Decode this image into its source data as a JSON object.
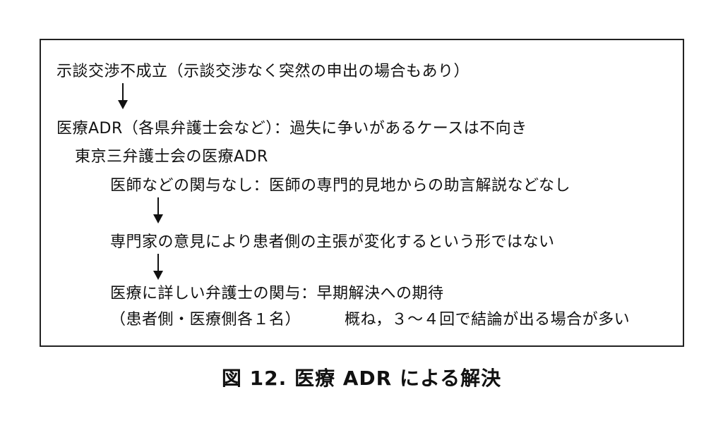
{
  "diagram": {
    "step1": "示談交渉不成立（示談交渉なく突然の申出の場合もあり）",
    "step2": "医療ADR（各県弁護士会など）：過失に争いがあるケースは不向き",
    "step2_sub": "東京三弁護士会の医療ADR",
    "step3": "医師などの関与なし：医師の専門的見地からの助言解説などなし",
    "step4": "専門家の意見により患者側の主張が変化するという形ではない",
    "step5_line1": "医療に詳しい弁護士の関与：早期解決への期待",
    "step5_line2_left": "（患者側・医療側各１名）",
    "step5_line2_right": "概ね，３～４回で結論が出る場合が多い",
    "arrow_icon": "down-arrow-icon"
  },
  "caption": "図 12.  医療 ADR による解決"
}
